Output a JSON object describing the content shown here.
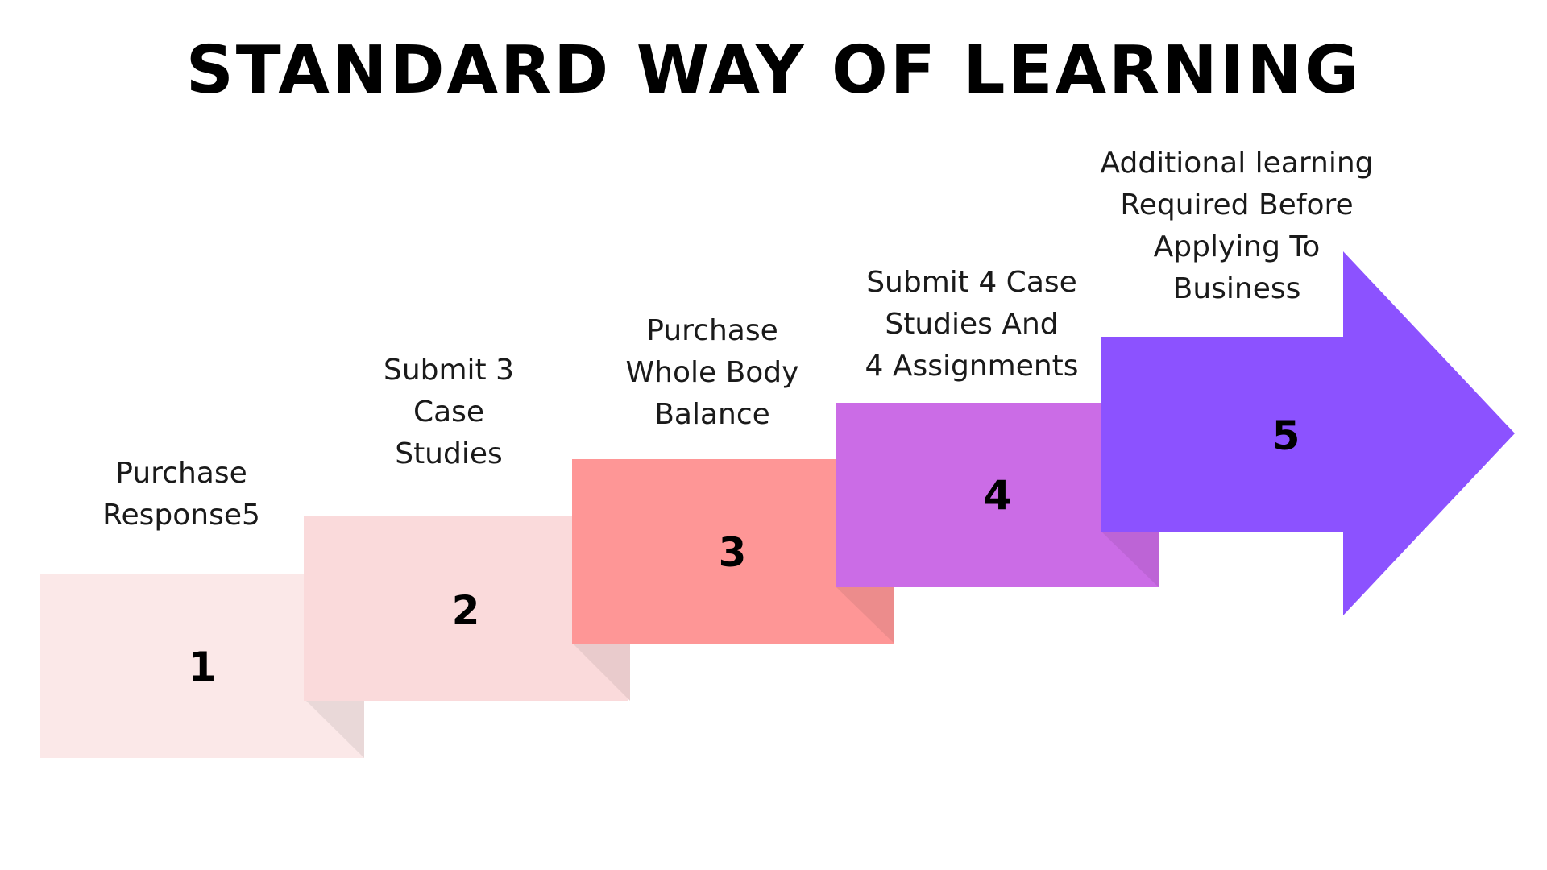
{
  "title": "STANDARD WAY OF LEARNING",
  "colors": {
    "step1": "#fbe8e8",
    "step2": "#fadadb",
    "step3": "#fe9696",
    "step4": "#cb6ce6",
    "step5": "#8c52ff"
  },
  "steps": [
    {
      "number": "1",
      "label": "Purchase\nResponse5"
    },
    {
      "number": "2",
      "label": "Submit 3\nCase\nStudies"
    },
    {
      "number": "3",
      "label": "Purchase\nWhole Body\nBalance"
    },
    {
      "number": "4",
      "label": "Submit 4 Case\nStudies And\n4 Assignments"
    },
    {
      "number": "5",
      "label": "Additional learning\nRequired Before\nApplying To\nBusiness"
    }
  ]
}
